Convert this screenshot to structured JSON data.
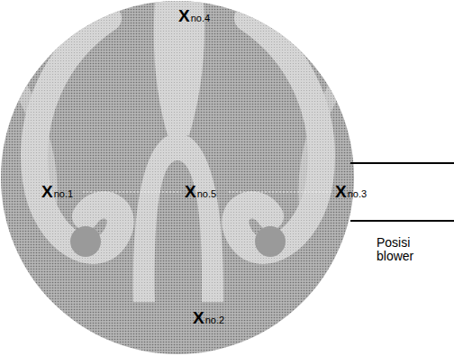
{
  "diagram": {
    "labels": [
      "X",
      "no.4",
      "X",
      "no.1",
      "X",
      "no.5",
      "X",
      "no.3",
      "X",
      "no.2",
      "Posisi blower"
    ]
  }
}
